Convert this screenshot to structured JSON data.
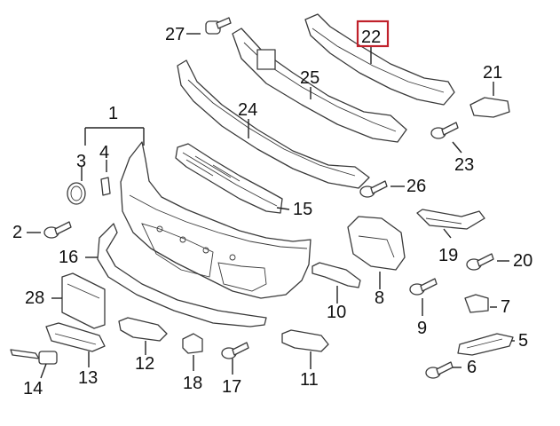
{
  "callouts": [
    {
      "id": "1",
      "label": "1"
    },
    {
      "id": "2",
      "label": "2"
    },
    {
      "id": "3",
      "label": "3"
    },
    {
      "id": "4",
      "label": "4"
    },
    {
      "id": "5",
      "label": "5"
    },
    {
      "id": "6",
      "label": "6"
    },
    {
      "id": "7",
      "label": "7"
    },
    {
      "id": "8",
      "label": "8"
    },
    {
      "id": "9",
      "label": "9"
    },
    {
      "id": "10",
      "label": "10"
    },
    {
      "id": "11",
      "label": "11"
    },
    {
      "id": "12",
      "label": "12"
    },
    {
      "id": "13",
      "label": "13"
    },
    {
      "id": "14",
      "label": "14"
    },
    {
      "id": "15",
      "label": "15"
    },
    {
      "id": "16",
      "label": "16"
    },
    {
      "id": "17",
      "label": "17"
    },
    {
      "id": "18",
      "label": "18"
    },
    {
      "id": "19",
      "label": "19"
    },
    {
      "id": "20",
      "label": "20"
    },
    {
      "id": "21",
      "label": "21"
    },
    {
      "id": "22",
      "label": "22"
    },
    {
      "id": "23",
      "label": "23"
    },
    {
      "id": "24",
      "label": "24"
    },
    {
      "id": "25",
      "label": "25"
    },
    {
      "id": "26",
      "label": "26"
    },
    {
      "id": "27",
      "label": "27"
    },
    {
      "id": "28",
      "label": "28"
    }
  ],
  "highlighted_part": "22",
  "highlight_color": "#c0212b",
  "line_color": "#3a3a3a"
}
